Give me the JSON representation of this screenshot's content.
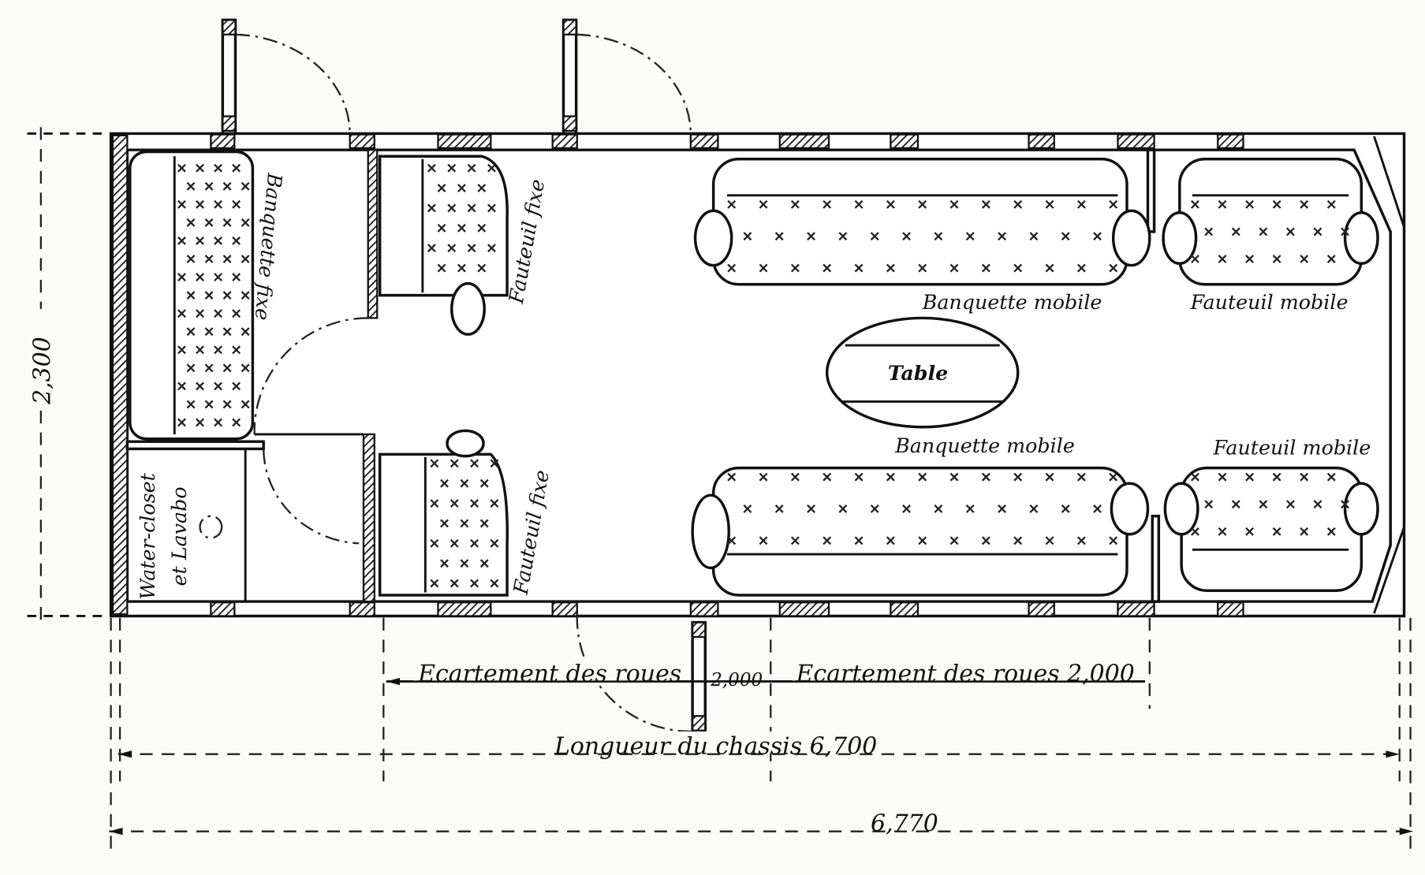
{
  "labels": {
    "banquette_fixe": "Banquette fixe",
    "fauteuil_fixe_top": "Fauteuil fixe",
    "fauteuil_fixe_bottom": "Fauteuil fixe",
    "banquette_mobile_top": "Banquette mobile",
    "banquette_mobile_bottom": "Banquette mobile",
    "fauteuil_mobile_top": "Fauteuil mobile",
    "fauteuil_mobile_bottom": "Fauteuil mobile",
    "table": "Table",
    "wc_line1": "Water-closet",
    "wc_line2": "et Lavabo"
  },
  "dimensions": {
    "width": "2,300",
    "wheelbase_left": "Ecartement des roues",
    "wheelbase_left_value": "2,000",
    "wheelbase_right": "Ecartement des roues 2,000",
    "chassis": "Longueur du chassis 6,700",
    "overall": "6,770"
  },
  "colors": {
    "ink": "#111111",
    "paper": "#fbfbfa"
  }
}
